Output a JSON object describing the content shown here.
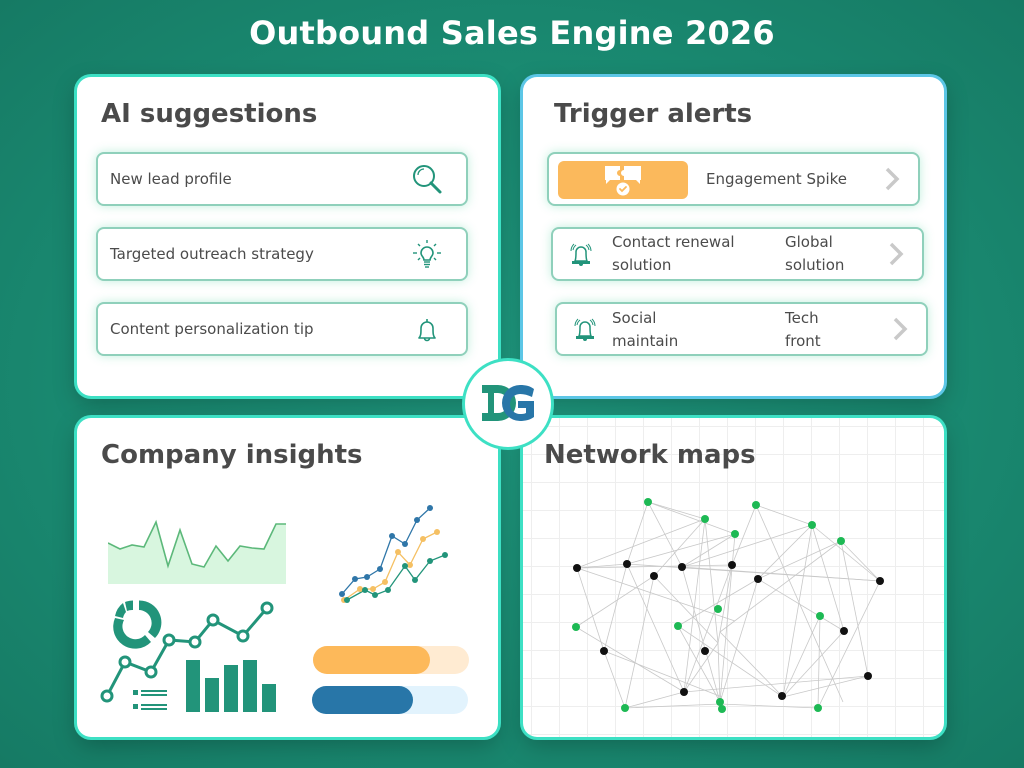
{
  "header": {
    "title": "Outbound Sales Engine 2026"
  },
  "ai_suggestions": {
    "title": "AI suggestions",
    "items": [
      {
        "label": "New lead profile",
        "icon": "magnifier-icon"
      },
      {
        "label": "Targeted outreach strategy",
        "icon": "lightbulb-icon"
      },
      {
        "label": "Content personalization tip",
        "icon": "bell-icon"
      }
    ]
  },
  "trigger_alerts": {
    "title": "Trigger alerts",
    "items": [
      {
        "label": "Engagement Spike",
        "icon": "puzzle-chat-check-icon",
        "badge_color": "#FBB95C"
      },
      {
        "left_line1": "Contact renewal",
        "left_line2": "solution",
        "right_line1": "Global",
        "right_line2": "solution",
        "icon": "ringing-bell-icon"
      },
      {
        "left_line1": "Social",
        "left_line2": "maintain",
        "right_line1": "Tech",
        "right_line2": "front",
        "icon": "ringing-bell-icon"
      }
    ]
  },
  "company_insights": {
    "title": "Company insights",
    "area_chart": {
      "values": [
        12,
        10,
        11,
        10.5,
        17,
        5,
        15,
        6,
        5,
        11,
        7,
        10.5,
        10,
        9.8,
        17,
        17
      ]
    },
    "multi_line": {
      "series": [
        {
          "name": "blue",
          "color": "#2f76a8",
          "values": [
            4,
            10,
            11,
            16,
            26,
            22,
            33,
            40
          ]
        },
        {
          "name": "orange",
          "color": "#f5c063",
          "values": [
            2,
            8,
            8,
            11,
            18,
            14,
            22,
            25
          ]
        },
        {
          "name": "teal",
          "color": "#22947a",
          "values": [
            0,
            4,
            3,
            5,
            12,
            8,
            14,
            16
          ]
        }
      ]
    },
    "progress_bars": [
      {
        "color": "#FDB95A",
        "track": "#FFEBD2",
        "percent": 75
      },
      {
        "color": "#2876A8",
        "track": "#E2F3FD",
        "percent": 65
      }
    ],
    "bar_icon_heights": [
      52,
      34,
      47,
      52,
      28
    ]
  },
  "network_maps": {
    "title": "Network maps"
  },
  "logo": {
    "text": "DG"
  },
  "colors": {
    "teal_bg": "#1F9A80",
    "accent_border": "#3DE0C4",
    "icon_teal": "#22947A",
    "orange": "#FBB95C",
    "node_green": "#1DB954",
    "node_black": "#111111"
  }
}
